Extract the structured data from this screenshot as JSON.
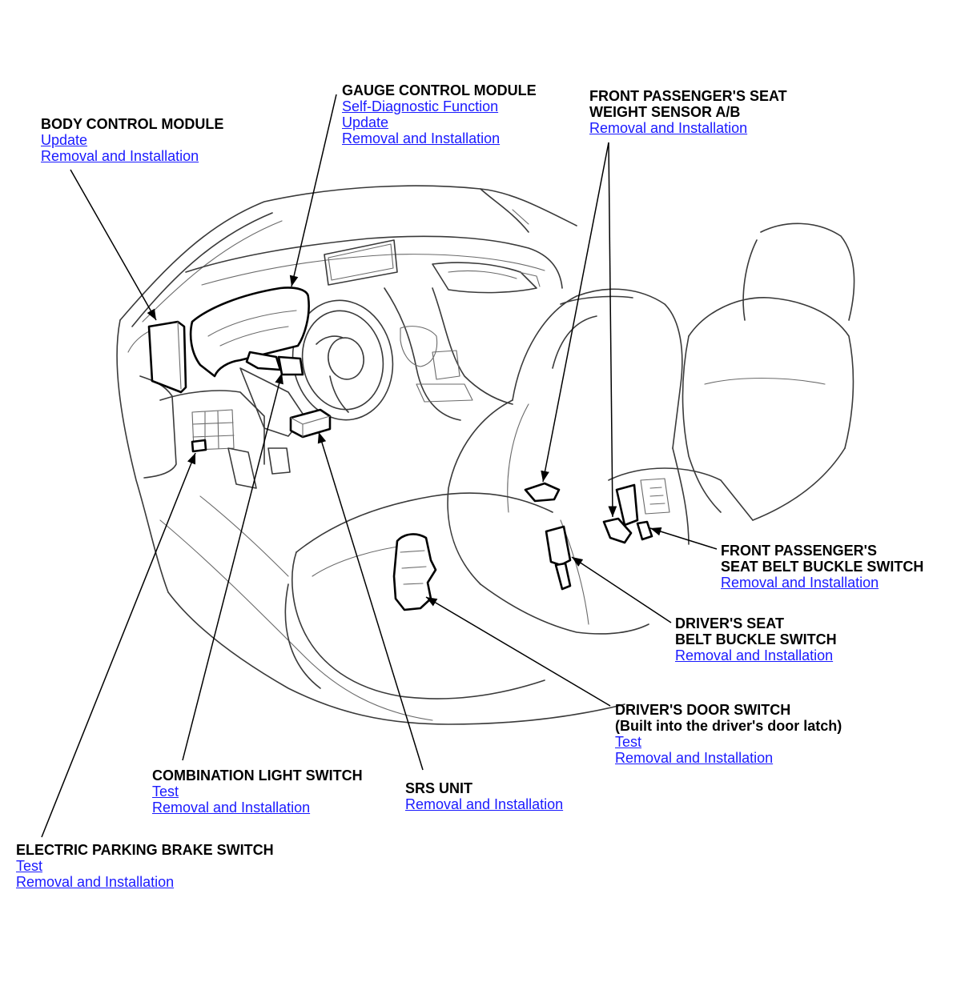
{
  "callouts": {
    "body_control_module": {
      "title": "BODY CONTROL MODULE",
      "links": [
        "Update",
        "Removal and Installation"
      ]
    },
    "gauge_control_module": {
      "title": "GAUGE CONTROL MODULE",
      "links": [
        "Self-Diagnostic Function",
        "Update",
        "Removal and Installation"
      ]
    },
    "front_passenger_seat_weight_sensor": {
      "title": "FRONT PASSENGER'S SEAT\nWEIGHT SENSOR A/B",
      "links": [
        "Removal and Installation"
      ]
    },
    "front_passenger_seat_belt_buckle_switch": {
      "title": "FRONT PASSENGER'S\nSEAT BELT BUCKLE SWITCH",
      "links": [
        "Removal and Installation"
      ]
    },
    "driver_seat_belt_buckle_switch": {
      "title": "DRIVER'S SEAT\nBELT BUCKLE SWITCH",
      "links": [
        "Removal and Installation"
      ]
    },
    "driver_door_switch": {
      "title": "DRIVER'S DOOR SWITCH\n(Built into the driver's door latch)",
      "links": [
        "Test",
        "Removal and Installation"
      ]
    },
    "combination_light_switch": {
      "title": "COMBINATION LIGHT SWITCH",
      "links": [
        "Test",
        "Removal and Installation"
      ]
    },
    "srs_unit": {
      "title": "SRS UNIT",
      "links": [
        "Removal and Installation"
      ]
    },
    "electric_parking_brake_switch": {
      "title": "ELECTRIC PARKING BRAKE SWITCH",
      "links": [
        "Test",
        "Removal and Installation"
      ]
    }
  },
  "colors": {
    "link": "#1a1aff",
    "text": "#000000",
    "line_art": "#3a3a3a",
    "background": "#ffffff"
  }
}
